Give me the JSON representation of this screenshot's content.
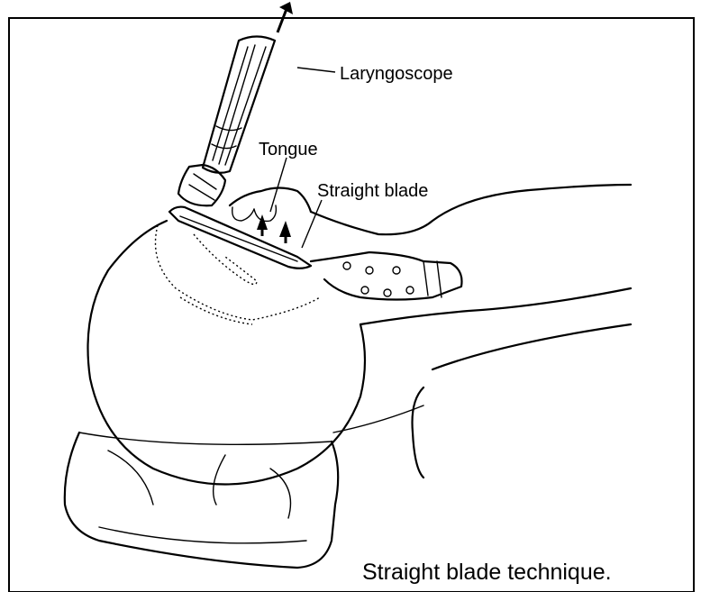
{
  "labels": {
    "laryngoscope": "Laryngoscope",
    "tongue": "Tongue",
    "straight_blade": "Straight blade"
  },
  "caption": "Straight blade technique."
}
